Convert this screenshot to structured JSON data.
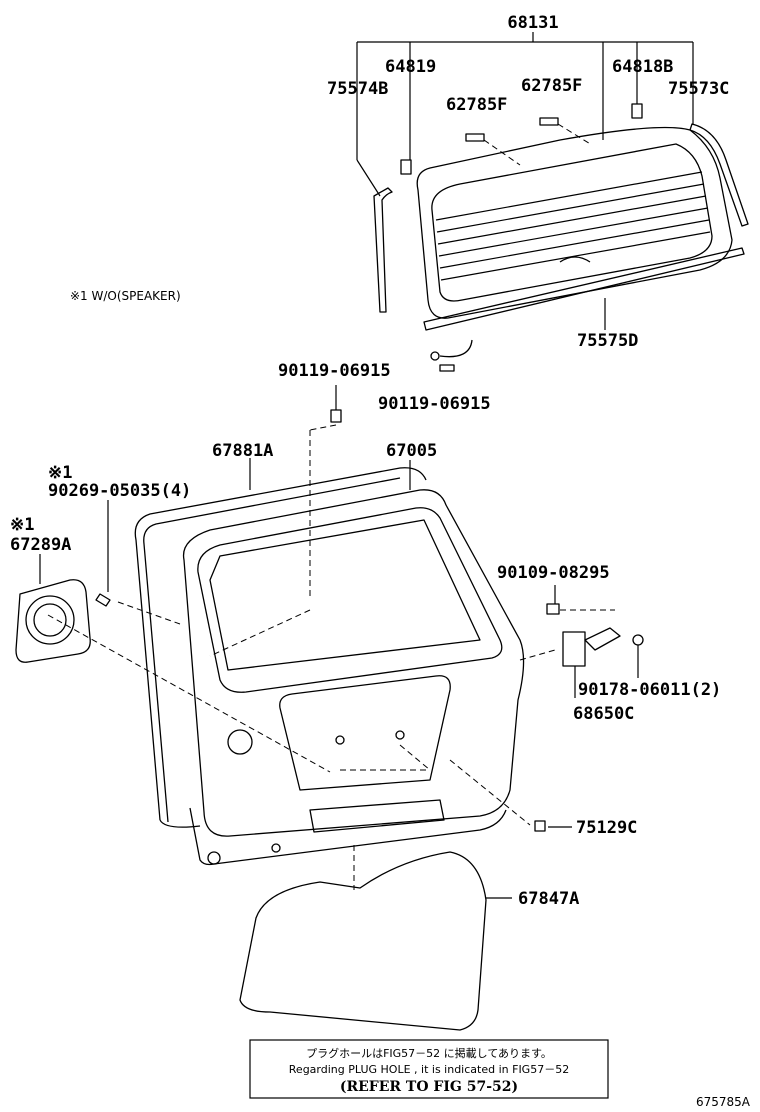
{
  "labels": {
    "p68131": "68131",
    "p64819": "64819",
    "p75574B": "75574B",
    "p62785F_a": "62785F",
    "p62785F_b": "62785F",
    "p64818B": "64818B",
    "p75573C": "75573C",
    "p75575D": "75575D",
    "p90119_a": "90119-06915",
    "p90119_b": "90119-06915",
    "p67881A": "67881A",
    "p67005": "67005",
    "p90269": "90269-05035(4)",
    "p67289A": "67289A",
    "p90109": "90109-08295",
    "p90178": "90178-06011(2)",
    "p68650C": "68650C",
    "p75129C": "75129C",
    "p67847A": "67847A",
    "mark1": "※1",
    "mark2": "※1",
    "note_speaker": "※1 W/O(SPEAKER)"
  },
  "notice": {
    "line1": "プラグホールはFIG57－52 に掲載してあります。",
    "line2": "Regarding PLUG HOLE , it is indicated in FIG57－52",
    "line3": "(REFER TO FIG 57-52)"
  },
  "figure_id": "675785A"
}
